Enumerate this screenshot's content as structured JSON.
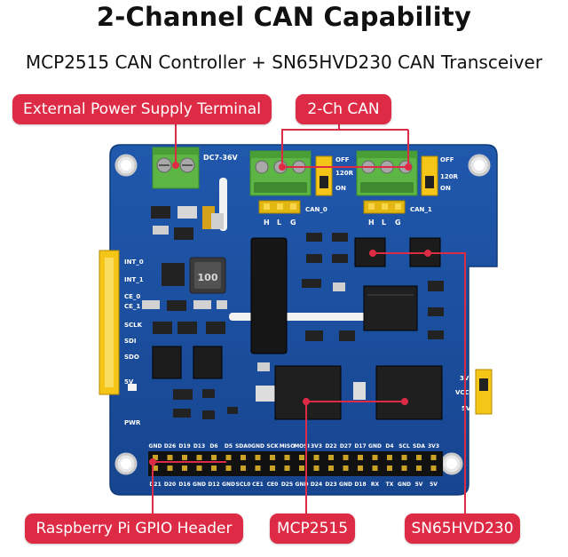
{
  "heading": {
    "title": "2-Channel CAN Capability",
    "subtitle": "MCP2515 CAN Controller + SN65HVD230 CAN Transceiver"
  },
  "callouts": {
    "power": "External Power Supply Terminal",
    "can": "2-Ch CAN",
    "gpio": "Raspberry Pi GPIO Header",
    "mcp": "MCP2515",
    "sn": "SN65HVD230"
  },
  "board": {
    "dc_label": "DC7-36V",
    "off_label": "OFF",
    "on_label": "ON",
    "resistor_label": "120R",
    "can0_label": "CAN_0",
    "can1_label": "CAN_1",
    "hlg_labels": [
      "H",
      "L",
      "G"
    ],
    "inductor_mark": "100",
    "side_pins": [
      "INT_0",
      "INT_1",
      "CE_0",
      "CE_1",
      "SCLK",
      "SDI",
      "SDO",
      "5V"
    ],
    "pwr_label": "PWR",
    "voltage_labels": [
      "3V3",
      "VCC",
      "5V"
    ],
    "gpio_top_labels": [
      "GND",
      "D26",
      "D19",
      "D13",
      "D6",
      "D5",
      "SDA0",
      "GND",
      "SCK",
      "MISO",
      "MOSI",
      "3V3",
      "D22",
      "D27",
      "D17",
      "GND",
      "D4",
      "SCL",
      "SDA",
      "3V3"
    ],
    "gpio_bottom_labels": [
      "D21",
      "D20",
      "D16",
      "GND",
      "D12",
      "GND",
      "SCL0",
      "CE1",
      "CE0",
      "D25",
      "GND",
      "D24",
      "D23",
      "GND",
      "D18",
      "RX",
      "TX",
      "GND",
      "5V",
      "5V"
    ]
  },
  "colors": {
    "accent": "#de2b45",
    "pcb": "#1b4fa0",
    "terminal": "#5cb545"
  }
}
